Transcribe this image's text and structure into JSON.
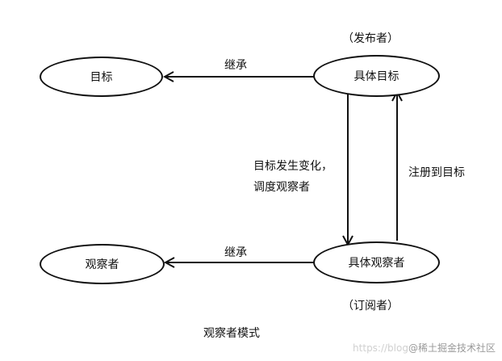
{
  "nodes": {
    "target": "目标",
    "concrete_target": "具体目标",
    "observer": "观察者",
    "concrete_observer": "具体观察者"
  },
  "roles": {
    "publisher": "（发布者）",
    "subscriber": "（订阅者）"
  },
  "edges": {
    "inherit_top": "继承",
    "inherit_bottom": "继承",
    "notify_line1": "目标发生变化，",
    "notify_line2": "调度观察者",
    "register": "注册到目标"
  },
  "caption": "观察者模式",
  "watermark": {
    "faint": "https://blog",
    "main": "@稀土掘金技术社区"
  }
}
